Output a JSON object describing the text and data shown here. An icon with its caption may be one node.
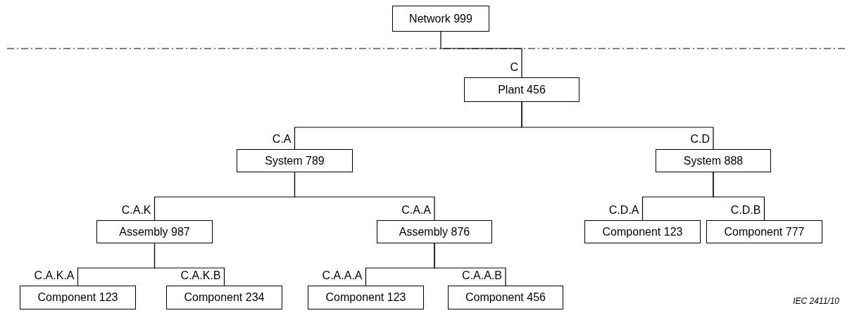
{
  "diagram": {
    "nodes": [
      {
        "text": [
          "Network 999"
        ]
      },
      {
        "text": [
          "Plant 456"
        ],
        "beside": [
          "C"
        ]
      },
      {
        "text": [
          "System 789"
        ],
        "beside": [
          "C.A"
        ]
      },
      {
        "text": [
          "System 888"
        ],
        "beside": [
          "C.D"
        ]
      },
      {
        "text": [
          "Assembly 987"
        ],
        "beside": [
          "C.A.K"
        ]
      },
      {
        "text": [
          "Assembly 876"
        ],
        "beside": [
          "C.A.A"
        ]
      },
      {
        "text": [
          "Component 123"
        ],
        "beside": [
          "C.D.A"
        ]
      },
      {
        "text": [
          "Component 777"
        ],
        "beside": [
          "C.D.B"
        ]
      },
      {
        "text": [
          "Component 123"
        ],
        "beside": [
          "C.A.K.A"
        ]
      },
      {
        "text": [
          "Component 234"
        ],
        "beside": [
          "C.A.K.B"
        ]
      },
      {
        "text": [
          "Component 123"
        ],
        "beside": [
          "C.A.A.A"
        ]
      },
      {
        "text": [
          "Component 456"
        ],
        "beside": [
          "C.A.A.B"
        ]
      }
    ],
    "edges": [
      {
        "from": 0,
        "to": 1,
        "arrow": "none"
      },
      {
        "from": 1,
        "to": 2,
        "arrow": "none"
      },
      {
        "from": 1,
        "to": 3,
        "arrow": "none"
      },
      {
        "from": 2,
        "to": 4,
        "arrow": "none"
      },
      {
        "from": 2,
        "to": 5,
        "arrow": "none"
      },
      {
        "from": 3,
        "to": 6,
        "arrow": "none"
      },
      {
        "from": 3,
        "to": 7,
        "arrow": "none"
      },
      {
        "from": 4,
        "to": 8,
        "arrow": "none"
      },
      {
        "from": 4,
        "to": 9,
        "arrow": "none"
      },
      {
        "from": 5,
        "to": 10,
        "arrow": "none"
      },
      {
        "from": 5,
        "to": 11,
        "arrow": "none"
      }
    ],
    "labels": [
      "IEC 2411/10"
    ]
  }
}
